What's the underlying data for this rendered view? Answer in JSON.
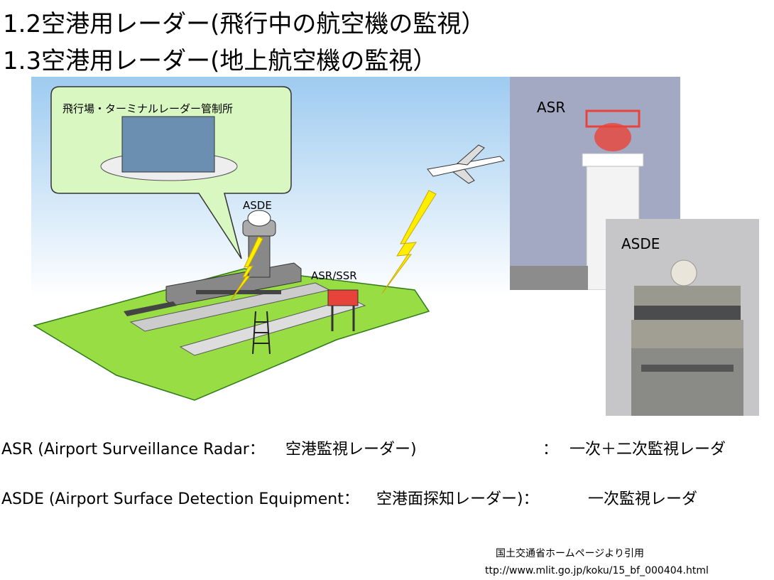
{
  "titles": [
    "1.2空港用レーダー(飛行中の航空機の監視）",
    "1.3空港用レーダー(地上航空機の監視）"
  ],
  "illustration": {
    "callout_label": "飛行場・ターミナルレーダー管制所",
    "asde_label": "ASDE",
    "asr_ssr_label": "ASR/SSR"
  },
  "photos": {
    "asr_label": "ASR",
    "asde_label": "ASDE"
  },
  "definitions": [
    {
      "term": "ASR (Airport Surveillance Radar：",
      "jp": "空港監視レーダー)",
      "sep": "：",
      "type": "一次＋二次監視レーダ"
    },
    {
      "term": "ASDE (Airport Surface Detection Equipment：",
      "jp": "空港面探知レーダー)：",
      "type": "一次監視レーダ"
    }
  ],
  "credit": {
    "line1": "国土交通省ホームページより引用",
    "line2": "ttp://www.mlit.go.jp/koku/15_bf_000404.html"
  }
}
